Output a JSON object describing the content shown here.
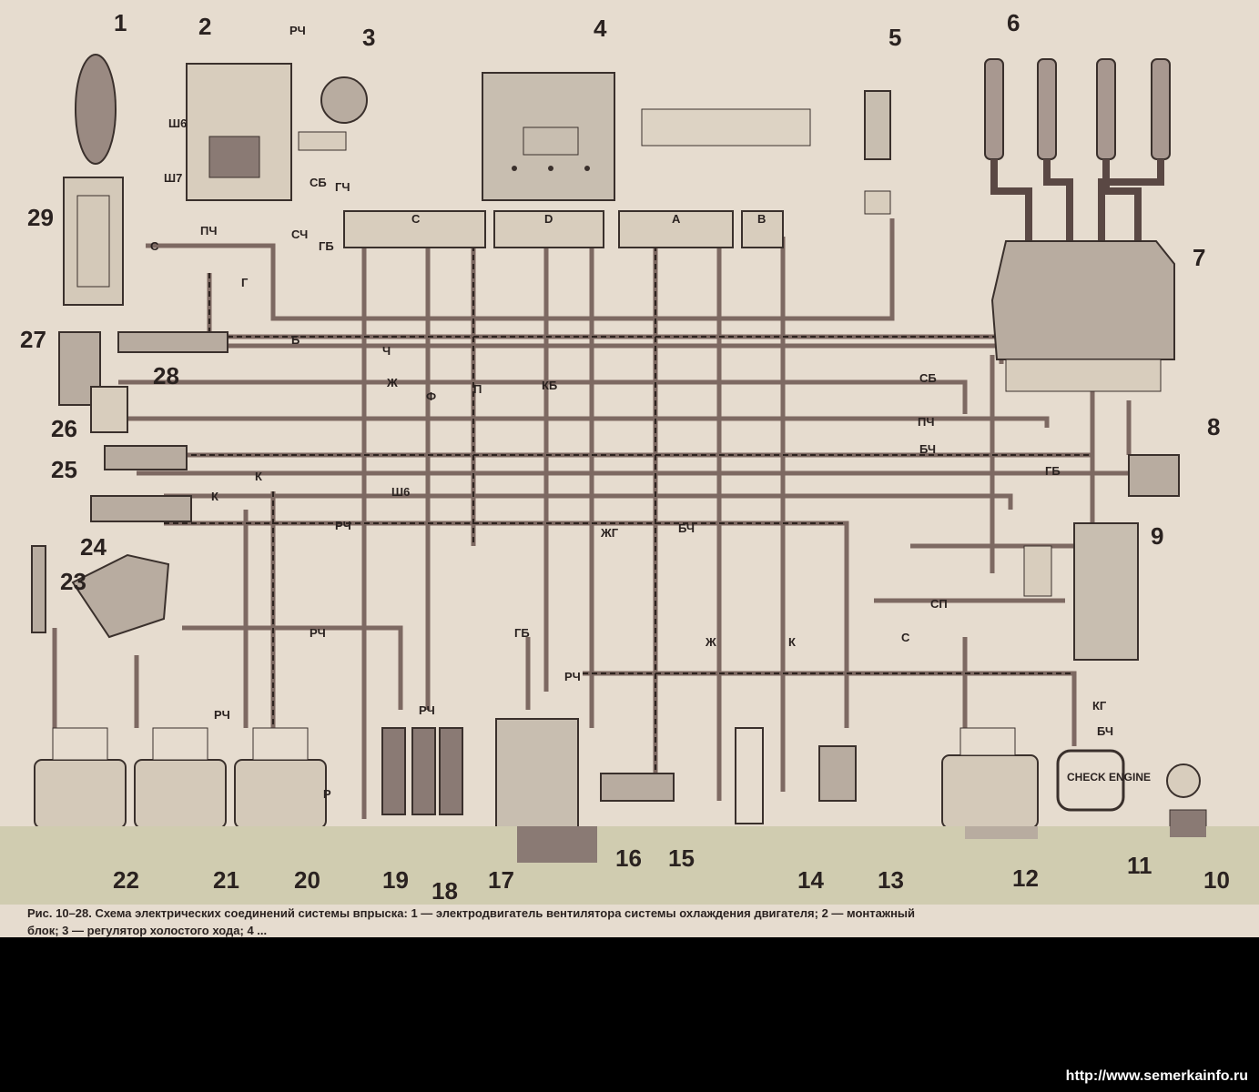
{
  "figure": {
    "caption_line1": "Рис. 10–28. Схема электрических соединений системы впрыска: 1 — электродвигатель вентилятора системы охлаждения двигателя; 2 — монтажный",
    "caption_line2": "блок; 3 — регулятор холостого хода; 4 ..."
  },
  "source_url": "http://www.semerkainfo.ru",
  "component_numbers": [
    "1",
    "2",
    "3",
    "4",
    "5",
    "6",
    "7",
    "8",
    "9",
    "10",
    "11",
    "12",
    "13",
    "14",
    "15",
    "16",
    "17",
    "18",
    "19",
    "20",
    "21",
    "22",
    "23",
    "24",
    "25",
    "26",
    "27",
    "28",
    "29"
  ],
  "connectors": [
    "C",
    "D",
    "A",
    "B"
  ],
  "wire_labels": [
    "Ч",
    "РЧ",
    "СБ",
    "ГЧ",
    "ПЧ",
    "СЧ",
    "ГБ",
    "С",
    "Г",
    "Б",
    "Ж",
    "Ф",
    "П",
    "К",
    "КБ",
    "БЧ",
    "ЖГ",
    "СП",
    "КГ",
    "Р",
    "Ш6",
    "Ш7"
  ],
  "check_engine": "CHECK ENGINE",
  "mount_block_label": "РЧ"
}
